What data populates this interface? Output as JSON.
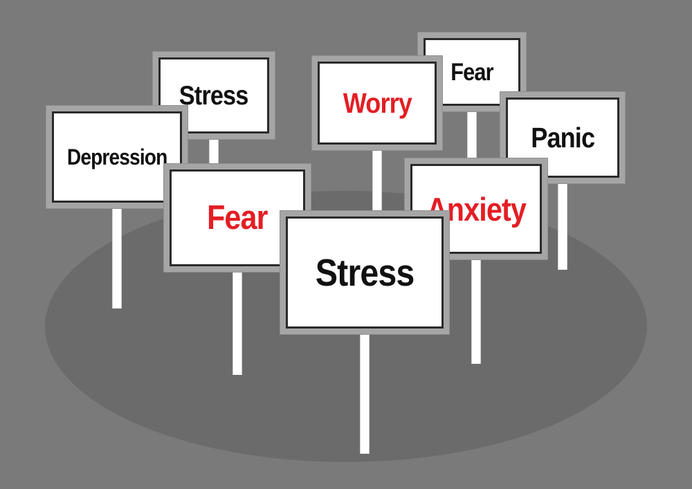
{
  "colors": {
    "background": "#7a7a7a",
    "ground": "#6b6b6b",
    "sign_frame": "#a5a5a5",
    "sign_panel": "#ffffff",
    "sign_border": "#2b2b2b",
    "text_black": "#111111",
    "text_red": "#e31e24",
    "post": "#ffffff"
  },
  "signs": [
    {
      "id": "stress-back",
      "label": "Stress",
      "color": "black"
    },
    {
      "id": "fear-back",
      "label": "Fear",
      "color": "black"
    },
    {
      "id": "worry",
      "label": "Worry",
      "color": "red"
    },
    {
      "id": "panic",
      "label": "Panic",
      "color": "black"
    },
    {
      "id": "depression",
      "label": "Depression",
      "color": "black"
    },
    {
      "id": "anxiety",
      "label": "Anxiety",
      "color": "red"
    },
    {
      "id": "fear-front",
      "label": "Fear",
      "color": "red"
    },
    {
      "id": "stress-front",
      "label": "Stress",
      "color": "black"
    }
  ]
}
